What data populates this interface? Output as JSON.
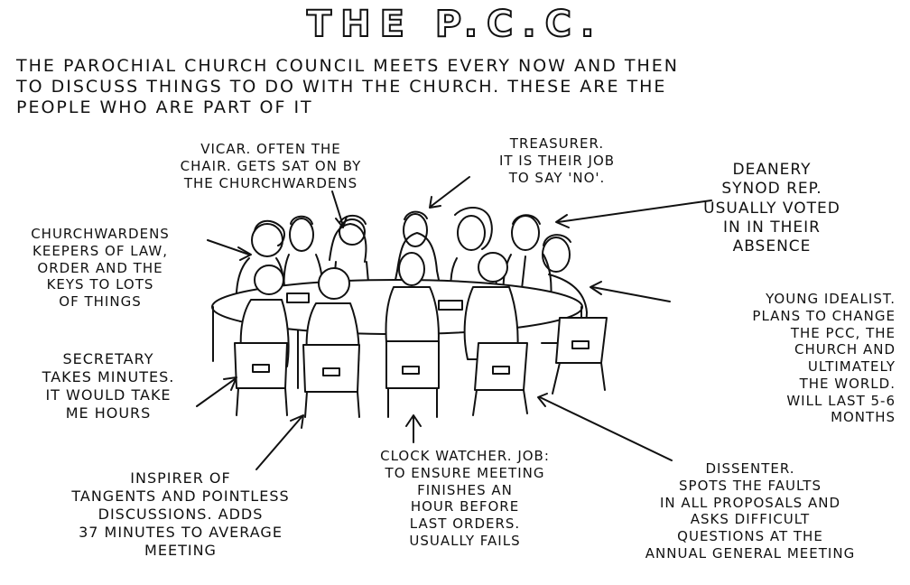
{
  "title": "THE P.C.C.",
  "intro": "THE PAROCHIAL CHURCH COUNCIL MEETS EVERY NOW AND THEN\nTO DISCUSS THINGS TO DO WITH THE CHURCH. THESE ARE THE\nPEOPLE WHO ARE PART OF IT",
  "labels": {
    "vicar": "VICAR. OFTEN THE\nCHAIR. GETS SAT ON BY\nTHE CHURCHWARDENS",
    "treasurer": "TREASURER.\nIT IS THEIR JOB\nTO SAY 'NO'.",
    "deanery": "DEANERY\nSYNOD REP.\nUSUALLY VOTED\nIN IN THEIR\nABSENCE",
    "churchwardens": "CHURCHWARDENS\nKEEPERS OF LAW,\nORDER AND THE\nKEYS TO LOTS\nOF THINGS",
    "young_idealist": "YOUNG IDEALIST.\nPLANS TO CHANGE\nTHE PCC, THE\nCHURCH AND\nULTIMATELY\nTHE WORLD.\nWILL LAST 5-6\nMONTHS",
    "secretary": "SECRETARY\nTAKES MINUTES.\nIT WOULD TAKE\nME HOURS",
    "inspirer": "INSPIRER OF\nTANGENTS AND POINTLESS\nDISCUSSIONS. ADDS\n37 MINUTES TO AVERAGE\nMEETING",
    "clock_watcher": "CLOCK WATCHER. JOB:\nTO ENSURE MEETING\nFINISHES AN\nHOUR BEFORE\nLAST ORDERS.\nUSUALLY FAILS",
    "dissenter": "DISSENTER.\nSPOTS THE FAULTS\nIN ALL PROPOSALS AND\nASKS DIFFICULT\nQUESTIONS AT THE\nANNUAL GENERAL MEETING"
  }
}
